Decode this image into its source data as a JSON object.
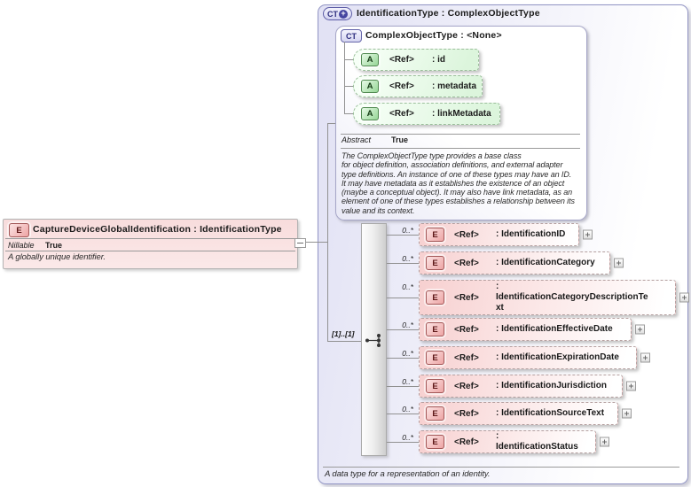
{
  "colors": {
    "type_fill": "#e1e1f4",
    "type_border": "#9295c4",
    "element_fill": "#f7d0d0",
    "element_icon_border": "#a25757",
    "attribute_fill": "#dcf5dc",
    "attribute_icon_border": "#518951",
    "line": "#919191",
    "background": "#ffffff"
  },
  "icons": {
    "element_icon": "E",
    "attribute_icon": "A",
    "complex_type_icon": "CT",
    "extension_plus": "+"
  },
  "source_element": {
    "icon": "E",
    "title": "CaptureDeviceGlobalIdentification : IdentificationType",
    "facet_label": "Nillable",
    "facet_value": "True",
    "annotation": "A globally unique identifier."
  },
  "type_box": {
    "icon": "CT",
    "title": "IdentificationType : ComplexObjectType",
    "annotation": "A data type for a representation of an identity."
  },
  "base_type_box": {
    "icon": "CT",
    "title": "ComplexObjectType : <None>",
    "attributes": [
      {
        "icon": "A",
        "ref": "<Ref>",
        "name": ": id"
      },
      {
        "icon": "A",
        "ref": "<Ref>",
        "name": ": metadata"
      },
      {
        "icon": "A",
        "ref": "<Ref>",
        "name": ": linkMetadata"
      }
    ],
    "facet_label": "Abstract",
    "facet_value": "True",
    "annotation": "The ComplexObjectType type provides a base class\nfor object definition, association definitions, and external adapter\ntype definitions. An instance of one of these types may have an ID.\nIt may have metadata as it establishes the existence of an object\n(maybe a conceptual object). It may also have link metadata, as an\nelement of one of these types establishes a relationship between its\nvalue and its context."
  },
  "sequence": {
    "cardinality": "[1]..[1]",
    "elements": [
      {
        "icon": "E",
        "occurs": "0..*",
        "ref": "<Ref>",
        "name": ": IdentificationID"
      },
      {
        "icon": "E",
        "occurs": "0..*",
        "ref": "<Ref>",
        "name": ": IdentificationCategory"
      },
      {
        "icon": "E",
        "occurs": "0..*",
        "ref": "<Ref>",
        "name": ": IdentificationCategoryDescriptionText"
      },
      {
        "icon": "E",
        "occurs": "0..*",
        "ref": "<Ref>",
        "name": ": IdentificationEffectiveDate"
      },
      {
        "icon": "E",
        "occurs": "0..*",
        "ref": "<Ref>",
        "name": ": IdentificationExpirationDate"
      },
      {
        "icon": "E",
        "occurs": "0..*",
        "ref": "<Ref>",
        "name": ": IdentificationJurisdiction"
      },
      {
        "icon": "E",
        "occurs": "0..*",
        "ref": "<Ref>",
        "name": ": IdentificationSourceText"
      },
      {
        "icon": "E",
        "occurs": "0..*",
        "ref": "<Ref>",
        "name": ": IdentificationStatus"
      }
    ]
  }
}
